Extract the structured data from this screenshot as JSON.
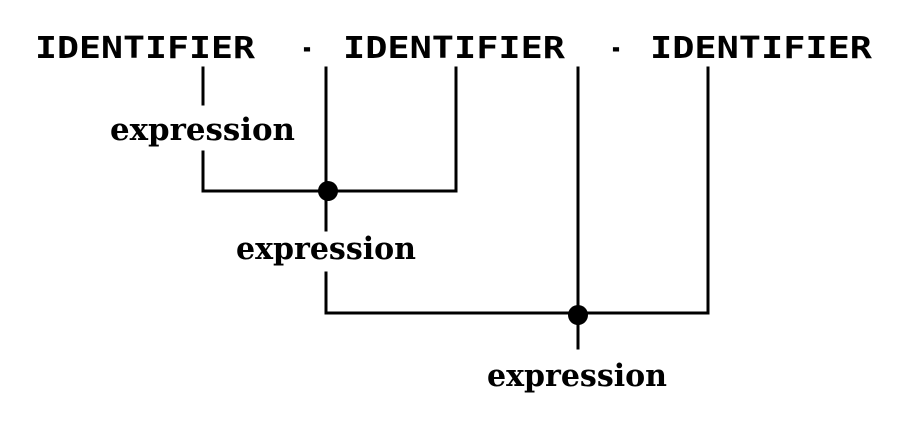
{
  "tokens": {
    "identifier_1": "IDENTIFIER",
    "minus_1": "-",
    "identifier_2": "IDENTIFIER",
    "minus_2": "-",
    "identifier_3": "IDENTIFIER"
  },
  "labels": {
    "expression_1": "expression",
    "expression_2": "expression",
    "expression_3": "expression"
  }
}
